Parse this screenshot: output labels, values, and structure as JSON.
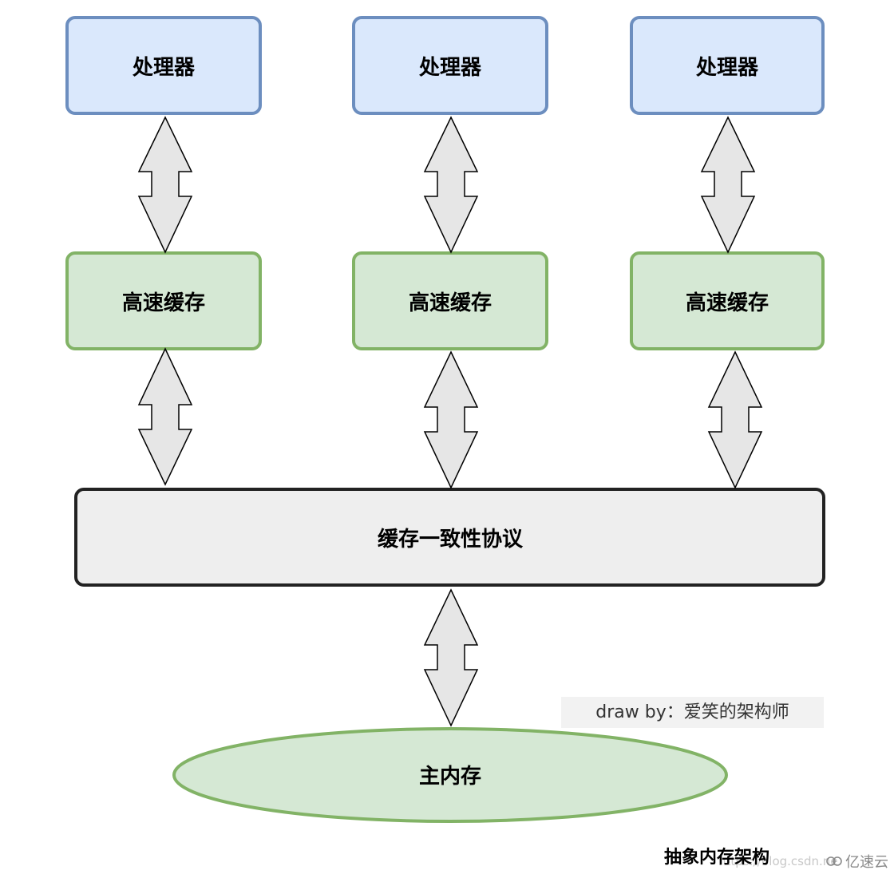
{
  "processors": [
    {
      "label": "处理器"
    },
    {
      "label": "处理器"
    },
    {
      "label": "处理器"
    }
  ],
  "caches": [
    {
      "label": "高速缓存"
    },
    {
      "label": "高速缓存"
    },
    {
      "label": "高速缓存"
    }
  ],
  "protocol": {
    "label": "缓存一致性协议"
  },
  "memory": {
    "label": "主内存"
  },
  "credit": "draw by：爱笑的架构师",
  "caption": "抽象内存架构",
  "watermark": "https://blog.csdn.ne",
  "brand": "亿速云",
  "colors": {
    "processor_fill": "#dae8fc",
    "processor_stroke": "#6c8ebf",
    "cache_fill": "#d5e8d4",
    "cache_stroke": "#82b366",
    "protocol_fill": "#eeeeee",
    "protocol_stroke": "#222222",
    "arrow_fill": "#e6e6e6",
    "arrow_stroke": "#000000"
  }
}
